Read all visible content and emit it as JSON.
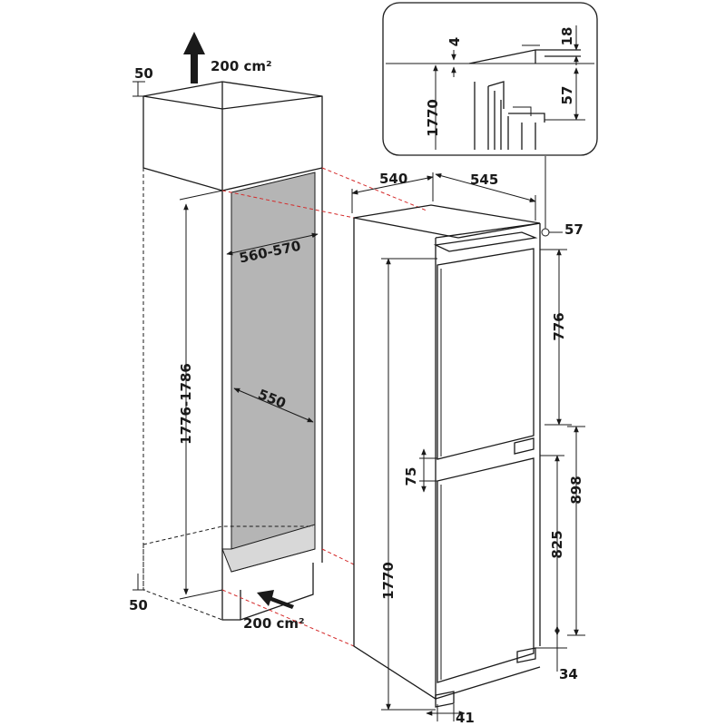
{
  "colors": {
    "line": "#1a1a1a",
    "niche_fill": "#b5b5b5",
    "guide_red": "#d42a2a"
  },
  "labels": {
    "vent_top_area": "200 cm²",
    "vent_bottom_area": "200 cm²",
    "gap_top": "50",
    "gap_bottom": "50",
    "niche_width": "560-570",
    "niche_depth": "550",
    "niche_height": "1776-1786",
    "unit_depth": "540",
    "unit_width": "545",
    "top_offset": "57",
    "upper_door": "776",
    "door_gap": "75",
    "lower_section": "898",
    "lower_door": "825",
    "unit_height": "1770",
    "bottom_offset": "34",
    "foot": "41",
    "detail_height": "1770",
    "detail_gap": "4",
    "detail_18": "18",
    "detail_57": "57"
  }
}
